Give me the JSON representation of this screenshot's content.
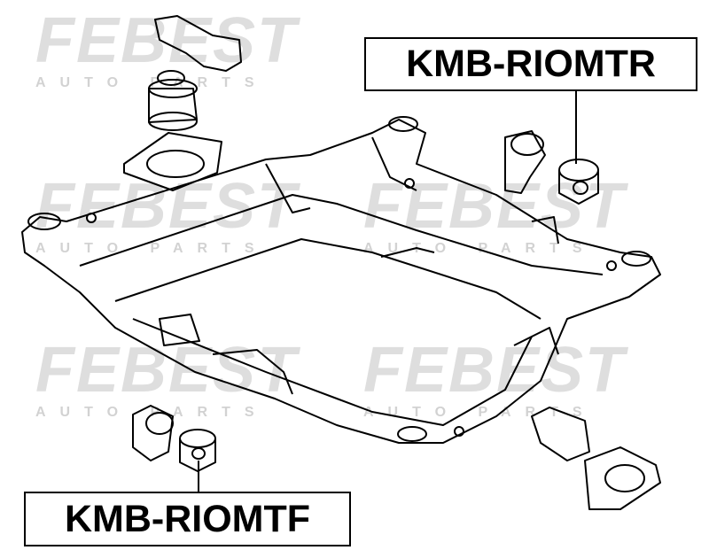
{
  "watermark": {
    "brand": "FEBEST",
    "tagline": "AUTO PARTS"
  },
  "labels": {
    "rear_mount": "KMB-RIOMTR",
    "front_mount": "KMB-RIOMTF"
  },
  "colors": {
    "line": "#000000",
    "watermark": "#e0e0e0",
    "background": "#ffffff"
  }
}
